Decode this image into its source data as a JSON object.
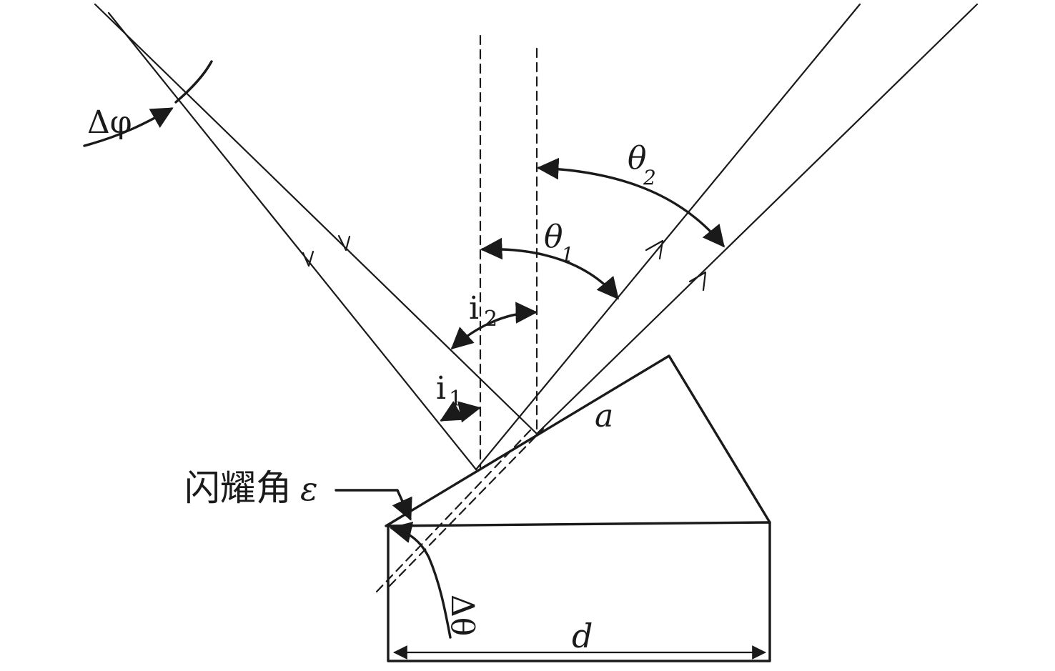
{
  "labels": {
    "delta_phi": "Δφ",
    "theta2_base": "θ",
    "theta2_sub": "2",
    "theta1_base": "θ",
    "theta1_sub": "1",
    "i2_base": "i",
    "i2_sub": "2",
    "i1_base": "i",
    "i1_sub": "1",
    "facet": "a",
    "blaze_angle": "闪耀角",
    "epsilon": "ε",
    "delta_theta": "Δθ",
    "groove_spacing": "d"
  }
}
